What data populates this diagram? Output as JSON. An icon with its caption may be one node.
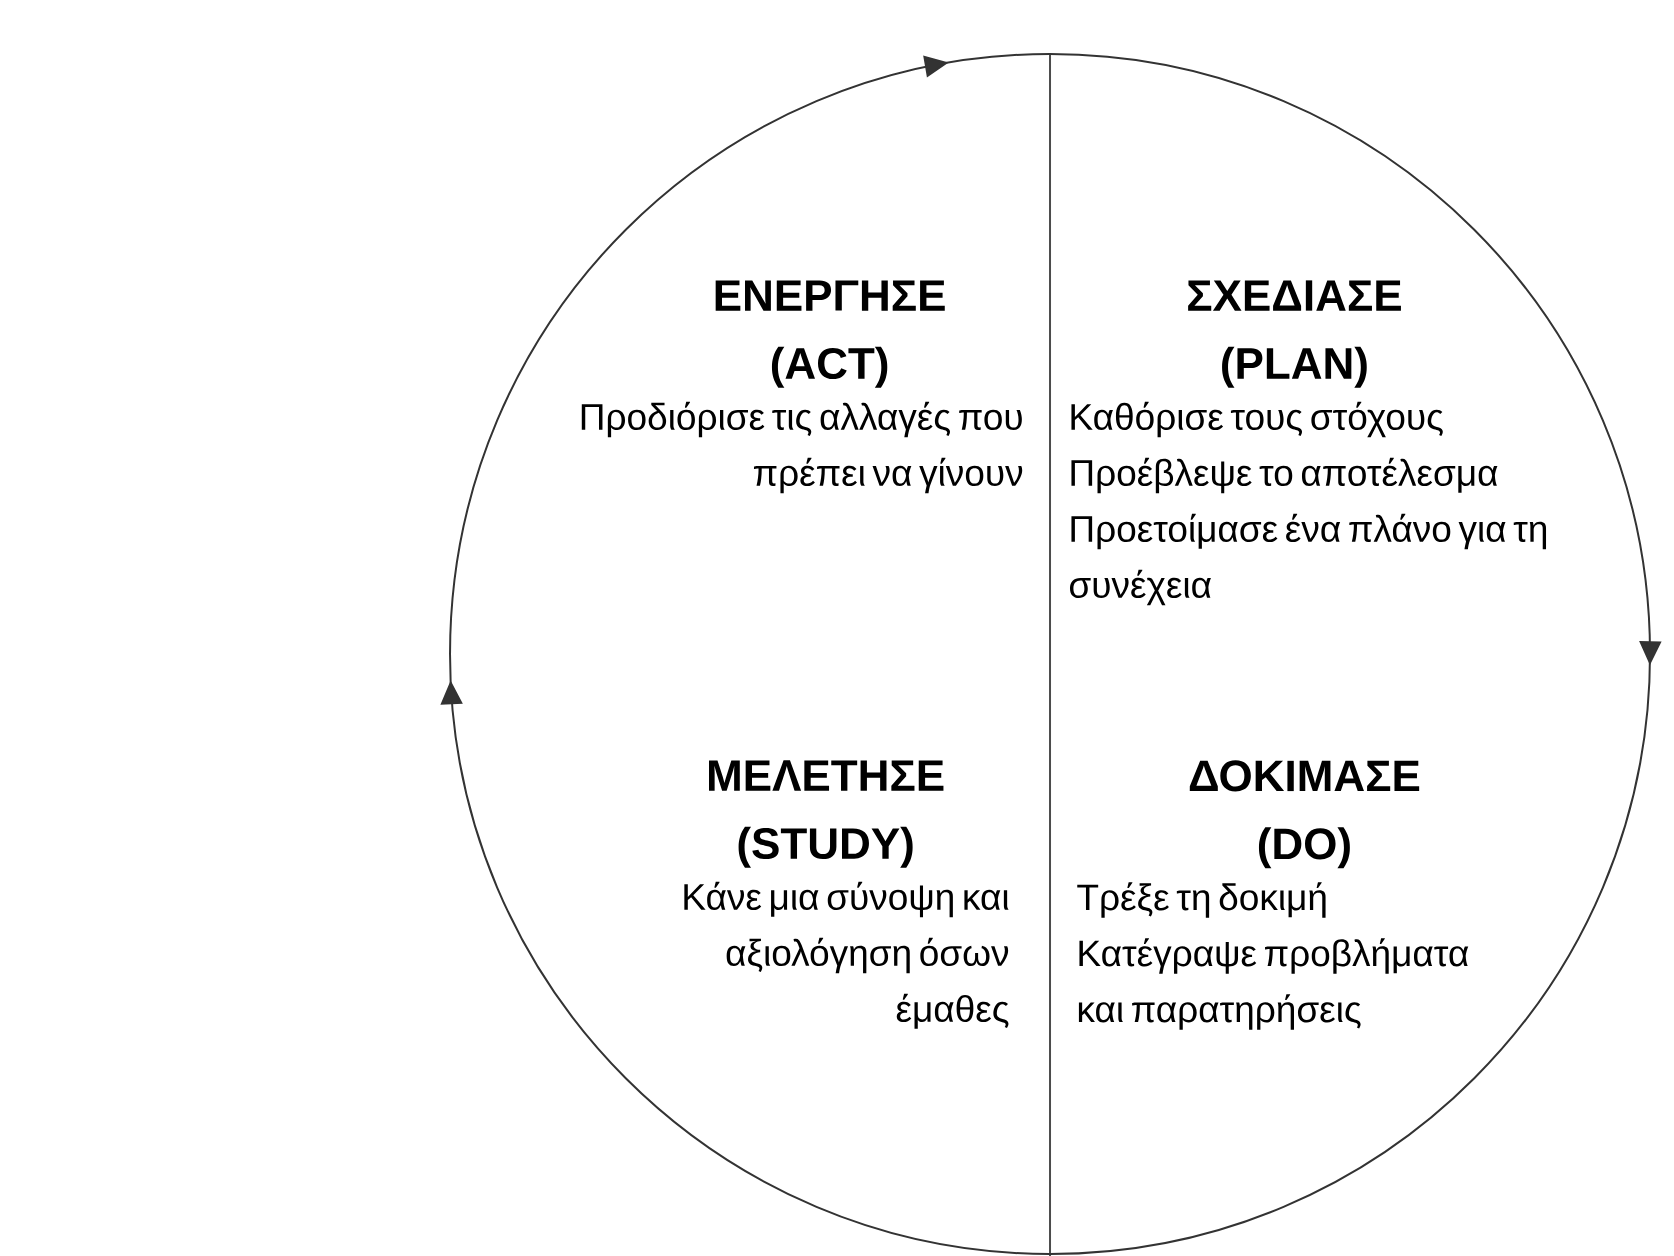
{
  "diagram": {
    "nodes": [
      {
        "text": [
          "ΕΝΕΡΓΗΣΕ (ACT)",
          "Προδιόρισε τις αλλαγές που πρέπει να γίνουν"
        ]
      },
      {
        "text": [
          "ΣΧΕΔΙΑΣΕ (PLAN)",
          "Καθόρισε τους στόχους",
          "Προέβλεψε το αποτέλεσμα",
          "Προετοίμασε ένα πλάνο για τη συνέχεια"
        ]
      },
      {
        "text": [
          "ΜΕΛΕΤΗΣΕ (STUDY)",
          "Κάνε μια σύνοψη και αξιολόγηση όσων έμαθες"
        ]
      },
      {
        "text": [
          "ΔΟΚΙΜΑΣΕ (DO)",
          "Τρέξε τη δοκιμή",
          "Κατέγραψε προβλήματα και παρατηρήσεις"
        ]
      }
    ]
  }
}
